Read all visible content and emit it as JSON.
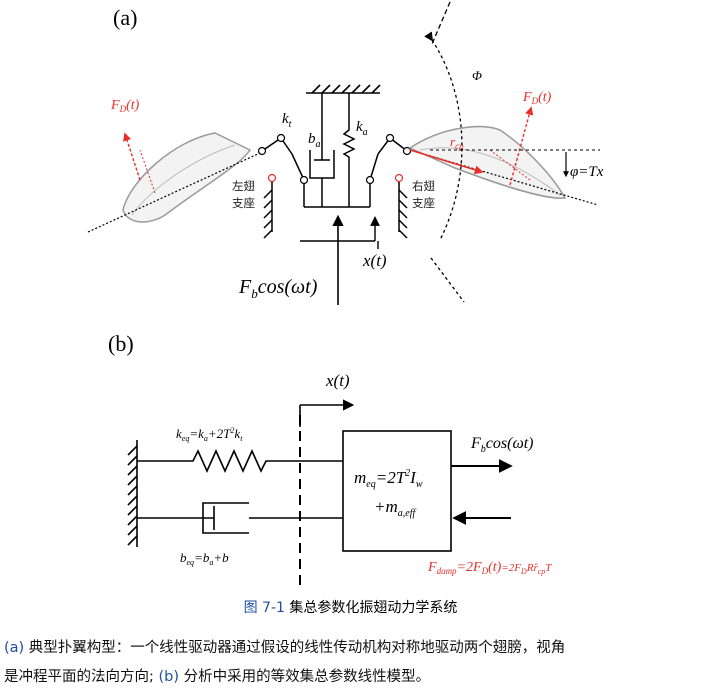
{
  "panel_a": {
    "label": "(a)",
    "fd_left": "F",
    "fd_sub": "D",
    "fd_arg": "(t)",
    "fd_right": "F",
    "kt": "k",
    "kt_sub": "t",
    "ka": "k",
    "ka_sub": "a",
    "ba": "b",
    "ba_sub": "a",
    "phi": "Φ",
    "rcp": "r",
    "rcp_sub": "cp",
    "phi_eq": "φ=Tx",
    "left_support": [
      "左翅",
      "支座"
    ],
    "right_support": [
      "右翅",
      "支座"
    ],
    "xt": "x(t)",
    "force": "F",
    "force_sub": "b",
    "force_rest": "cos(ωt)"
  },
  "panel_b": {
    "label": "(b)",
    "xt": "x(t)",
    "keq": "k",
    "keq_sub": "eq",
    "keq_rest": "=k",
    "keq_rest2": "+2T",
    "keq_sup": "2",
    "keq_rest3": "k",
    "keq_sub3": "t",
    "keq_sub2": "a",
    "beq": "b",
    "beq_sub": "eq",
    "beq_rest": "=b",
    "beq_sub2": "a",
    "beq_rest2": "+b",
    "meq": "m",
    "meq_sub": "eq",
    "meq_rest": "=2T",
    "meq_sup": "2",
    "meq_rest2": "I",
    "meq_sub2": "w",
    "ma": "+m",
    "ma_sub": "a,eff",
    "force": "F",
    "force_sub": "b",
    "force_rest": "cos(ωt)",
    "fdamp": "F",
    "fdamp_sub": "damp",
    "fdamp_rest": "=2F",
    "fdamp_sub2": "D",
    "fdamp_rest2": "(t)",
    "fdamp_rest3": "=2F",
    "fdamp_sub3": "D",
    "fdamp_rest4": "Rr̂",
    "fdamp_sub4": "cp",
    "fdamp_rest5": "T"
  },
  "caption": {
    "num": "图 7-1",
    "title": "集总参数化振翅动力学系统"
  },
  "description": {
    "a_label": "(a)",
    "a_text": " 典型扑翼构型：一个线性驱动器通过假设的线性传动机构对称地驱动两个翅膀，视角",
    "line2_prefix": "是冲程平面的法向方向; ",
    "b_label": "(b)",
    "b_text": " 分析中采用的等效集总参数线性模型。"
  },
  "colors": {
    "red": "#e8302a",
    "blue": "#1f4ea3",
    "wing_gray": "#9a9a9a"
  }
}
